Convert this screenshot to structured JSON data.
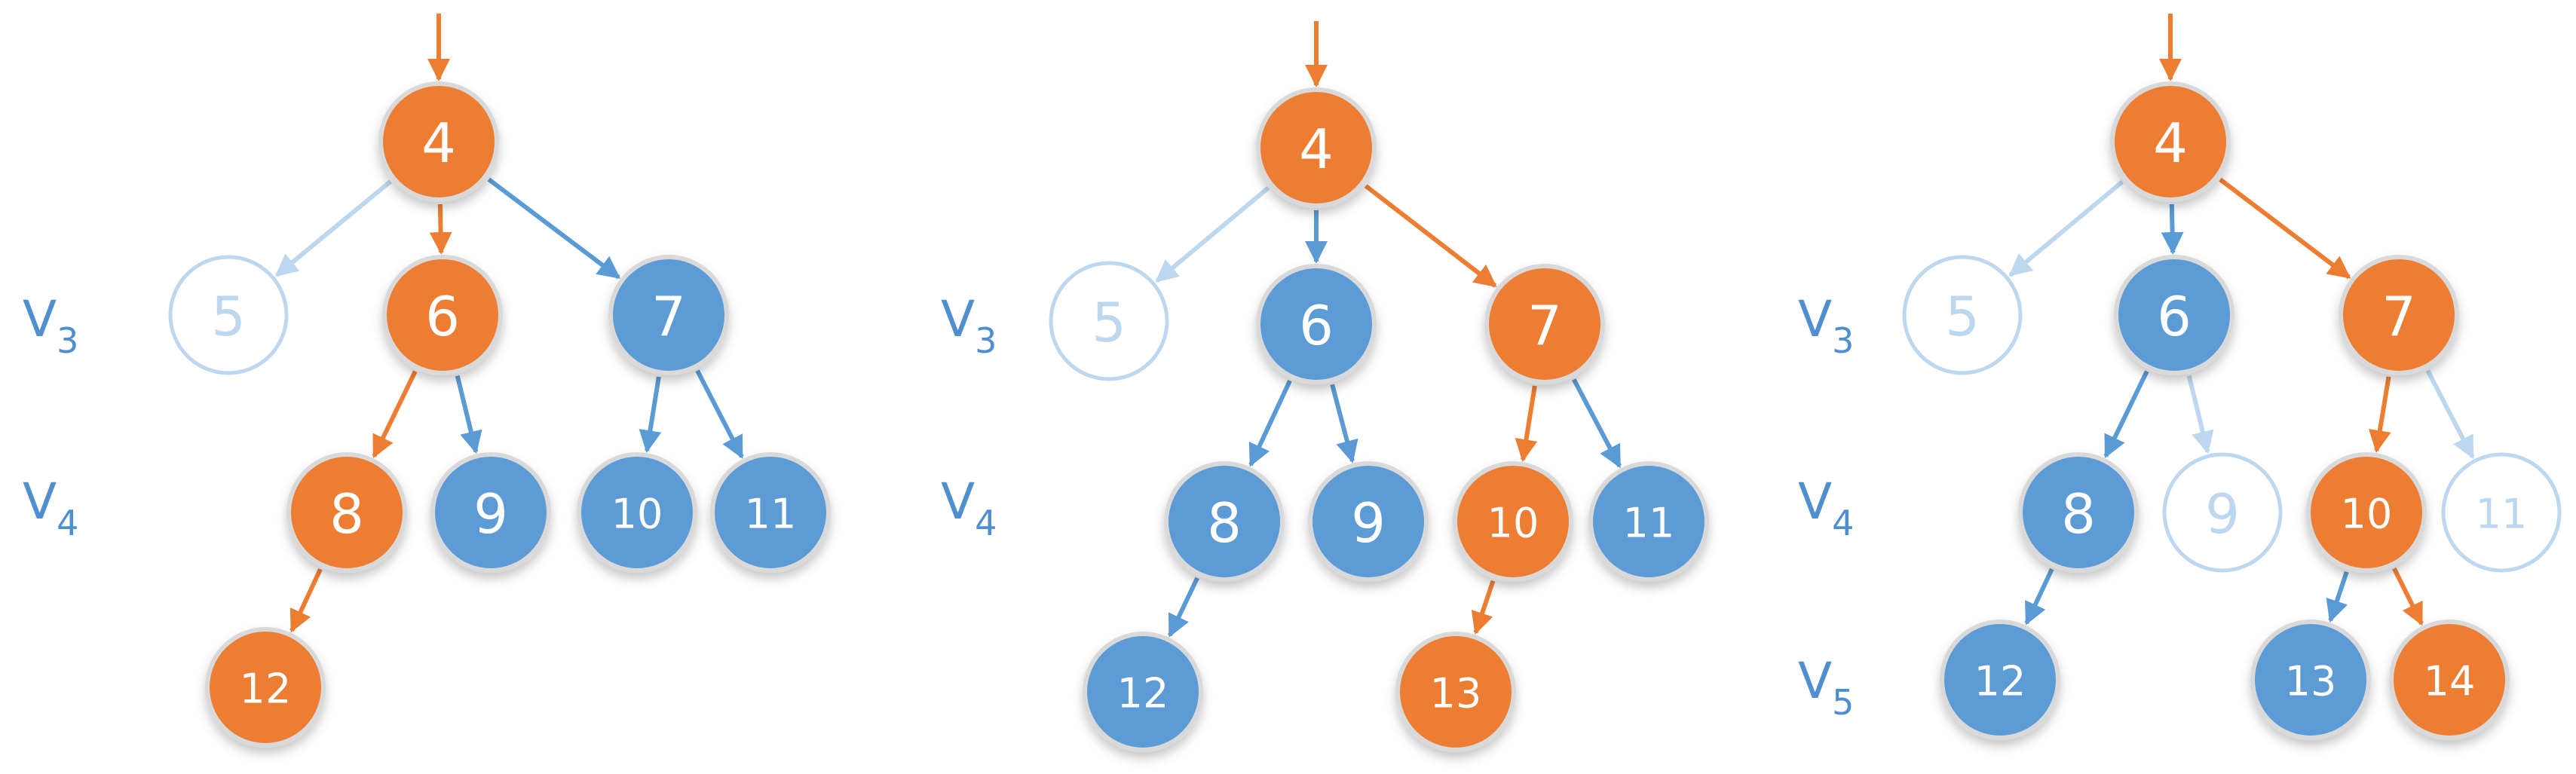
{
  "colors": {
    "orange": "#ED7D31",
    "blue": "#5B9BD5",
    "faded": "#BDD7EE",
    "node_outline": "#D9D9D9",
    "label_text": "#4F8FCF"
  },
  "trees": [
    {
      "rows": [
        {
          "text": "V",
          "sub": "3",
          "level": 1
        },
        {
          "text": "V",
          "sub": "4",
          "level": 2
        }
      ],
      "nodes": [
        {
          "id": "4",
          "label": "4",
          "state": "orange"
        },
        {
          "id": "5",
          "label": "5",
          "state": "faded"
        },
        {
          "id": "6",
          "label": "6",
          "state": "orange"
        },
        {
          "id": "7",
          "label": "7",
          "state": "blue"
        },
        {
          "id": "8",
          "label": "8",
          "state": "orange"
        },
        {
          "id": "9",
          "label": "9",
          "state": "blue"
        },
        {
          "id": "10",
          "label": "10",
          "state": "blue"
        },
        {
          "id": "11",
          "label": "11",
          "state": "blue"
        },
        {
          "id": "12",
          "label": "12",
          "state": "orange"
        }
      ],
      "edges": [
        {
          "from": "in",
          "to": "4",
          "state": "orange"
        },
        {
          "from": "4",
          "to": "5",
          "state": "faded"
        },
        {
          "from": "4",
          "to": "6",
          "state": "orange"
        },
        {
          "from": "4",
          "to": "7",
          "state": "blue"
        },
        {
          "from": "6",
          "to": "8",
          "state": "orange"
        },
        {
          "from": "6",
          "to": "9",
          "state": "blue"
        },
        {
          "from": "7",
          "to": "10",
          "state": "blue"
        },
        {
          "from": "7",
          "to": "11",
          "state": "blue"
        },
        {
          "from": "8",
          "to": "12",
          "state": "orange"
        }
      ]
    },
    {
      "rows": [
        {
          "text": "V",
          "sub": "3",
          "level": 1
        },
        {
          "text": "V",
          "sub": "4",
          "level": 2
        }
      ],
      "nodes": [
        {
          "id": "4",
          "label": "4",
          "state": "orange"
        },
        {
          "id": "5",
          "label": "5",
          "state": "faded"
        },
        {
          "id": "6",
          "label": "6",
          "state": "blue"
        },
        {
          "id": "7",
          "label": "7",
          "state": "orange"
        },
        {
          "id": "8",
          "label": "8",
          "state": "blue"
        },
        {
          "id": "9",
          "label": "9",
          "state": "blue"
        },
        {
          "id": "10",
          "label": "10",
          "state": "orange"
        },
        {
          "id": "11",
          "label": "11",
          "state": "blue"
        },
        {
          "id": "12",
          "label": "12",
          "state": "blue"
        },
        {
          "id": "13",
          "label": "13",
          "state": "orange"
        }
      ],
      "edges": [
        {
          "from": "in",
          "to": "4",
          "state": "orange"
        },
        {
          "from": "4",
          "to": "5",
          "state": "faded"
        },
        {
          "from": "4",
          "to": "6",
          "state": "blue"
        },
        {
          "from": "4",
          "to": "7",
          "state": "orange"
        },
        {
          "from": "6",
          "to": "8",
          "state": "blue"
        },
        {
          "from": "6",
          "to": "9",
          "state": "blue"
        },
        {
          "from": "7",
          "to": "10",
          "state": "orange"
        },
        {
          "from": "7",
          "to": "11",
          "state": "blue"
        },
        {
          "from": "8",
          "to": "12",
          "state": "blue"
        },
        {
          "from": "10",
          "to": "13",
          "state": "orange"
        }
      ]
    },
    {
      "rows": [
        {
          "text": "V",
          "sub": "3",
          "level": 1
        },
        {
          "text": "V",
          "sub": "4",
          "level": 2
        },
        {
          "text": "V",
          "sub": "5",
          "level": 3
        }
      ],
      "nodes": [
        {
          "id": "4",
          "label": "4",
          "state": "orange"
        },
        {
          "id": "5",
          "label": "5",
          "state": "faded"
        },
        {
          "id": "6",
          "label": "6",
          "state": "blue"
        },
        {
          "id": "7",
          "label": "7",
          "state": "orange"
        },
        {
          "id": "8",
          "label": "8",
          "state": "blue"
        },
        {
          "id": "9",
          "label": "9",
          "state": "faded"
        },
        {
          "id": "10",
          "label": "10",
          "state": "orange"
        },
        {
          "id": "11",
          "label": "11",
          "state": "faded"
        },
        {
          "id": "12",
          "label": "12",
          "state": "blue"
        },
        {
          "id": "13",
          "label": "13",
          "state": "blue"
        },
        {
          "id": "14",
          "label": "14",
          "state": "orange"
        }
      ],
      "edges": [
        {
          "from": "in",
          "to": "4",
          "state": "orange"
        },
        {
          "from": "4",
          "to": "5",
          "state": "faded"
        },
        {
          "from": "4",
          "to": "6",
          "state": "blue"
        },
        {
          "from": "4",
          "to": "7",
          "state": "orange"
        },
        {
          "from": "6",
          "to": "8",
          "state": "blue"
        },
        {
          "from": "6",
          "to": "9",
          "state": "faded"
        },
        {
          "from": "7",
          "to": "10",
          "state": "orange"
        },
        {
          "from": "7",
          "to": "11",
          "state": "faded"
        },
        {
          "from": "8",
          "to": "12",
          "state": "blue"
        },
        {
          "from": "10",
          "to": "13",
          "state": "blue"
        },
        {
          "from": "10",
          "to": "14",
          "state": "orange"
        }
      ]
    }
  ]
}
